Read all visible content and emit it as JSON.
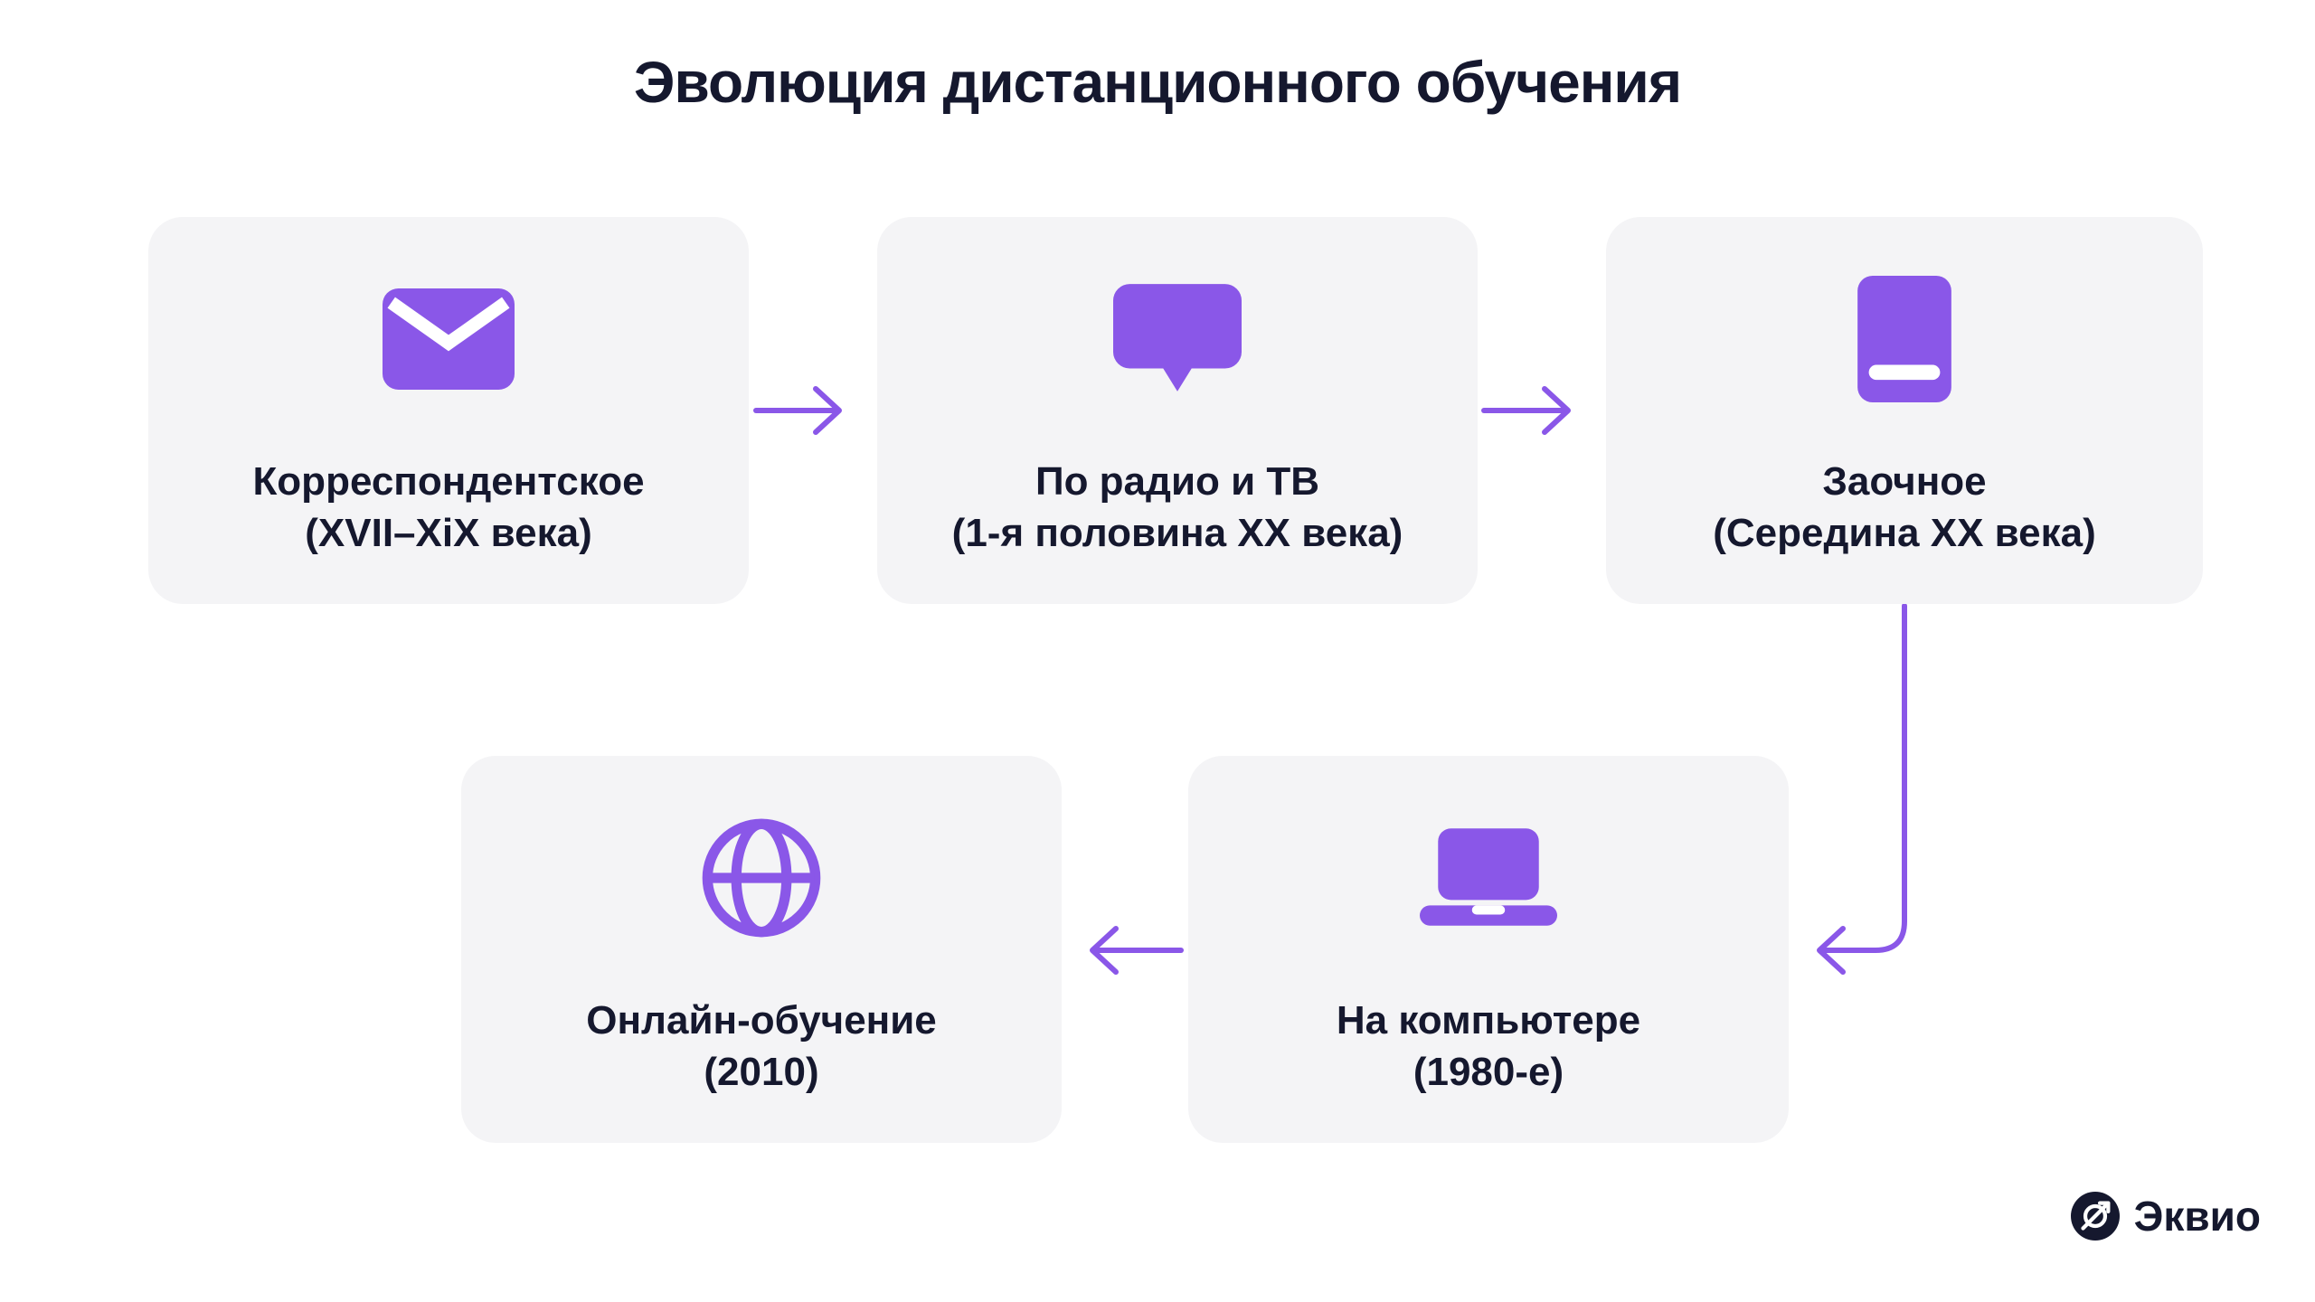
{
  "title": "Эволюция дистанционного обучения",
  "colors": {
    "accent_purple": "#8A57E8",
    "card_background": "#F4F4F6",
    "text_dark": "#15182E",
    "canvas": "#FFFFFF"
  },
  "cards": [
    {
      "icon": "envelope-icon",
      "line1": "Корреспондентское",
      "line2": "(XVII–XiX века)"
    },
    {
      "icon": "tv-icon",
      "line1": "По радио и ТВ",
      "line2": "(1-я половина XX века)"
    },
    {
      "icon": "book-icon",
      "line1": "Заочное",
      "line2": "(Середина XX века)"
    },
    {
      "icon": "laptop-icon",
      "line1": "На компьютере",
      "line2": "(1980-е)"
    },
    {
      "icon": "globe-icon",
      "line1": "Онлайн-обучение",
      "line2": "(2010)"
    }
  ],
  "logo": {
    "text": "Эквио"
  }
}
